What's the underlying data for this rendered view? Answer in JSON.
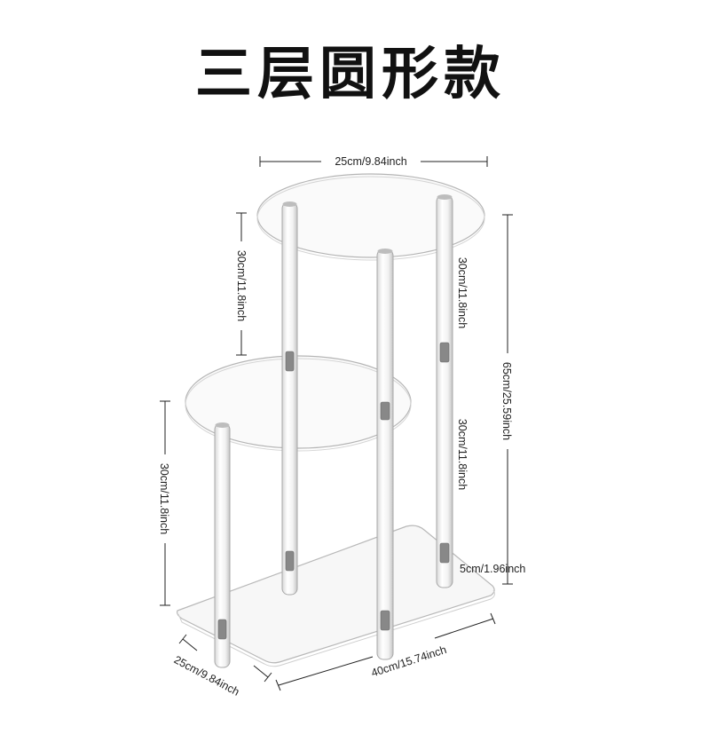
{
  "title": "三层圆形款",
  "dimensions": {
    "top_diameter": "25cm/9.84inch",
    "tier1_height": "30cm/11.8inch",
    "tier2_height_right": "30cm/11.8inch",
    "tier3_height_right": "30cm/11.8inch",
    "tier3_height_left": "30cm/11.8inch",
    "total_height": "65cm/25.59inch",
    "base_gap": "5cm/1.96inch",
    "base_depth": "25cm/9.84inch",
    "base_width": "40cm/15.74inch"
  }
}
